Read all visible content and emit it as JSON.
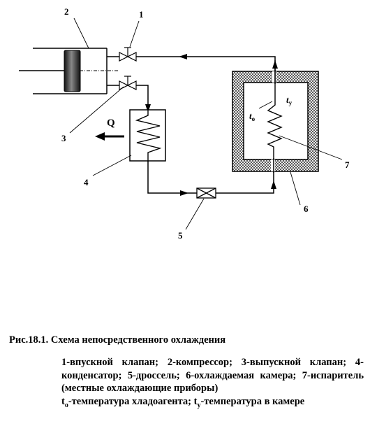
{
  "labels": {
    "compressor_num": "2",
    "intake_valve_num": "1",
    "discharge_valve_num": "3",
    "condenser_num": "4",
    "throttle_num": "5",
    "chamber_num": "6",
    "evaporator_num": "7",
    "heat_flow": "Q",
    "t_o_base": "t",
    "t_o_sub": "o",
    "t_y_base": "t",
    "t_y_sub": "у"
  },
  "caption": "Рис.18.1. Схема непосредственного охлаждения",
  "legend": {
    "items": "1-впускной клапан; 2-компрессор; 3-выпускной клапан; 4-конденсатор; 5-дроссель; 6-охлаждаемая камера; 7-испаритель (местные охлаждающие приборы)",
    "t_o_letter": "t",
    "t_o_sub": "о",
    "t_o_text": "-температура хладоагента; ",
    "t_y_letter": "t",
    "t_y_sub": "у",
    "t_y_text": "-температура в камере"
  },
  "colors": {
    "line": "#000000",
    "background": "#ffffff"
  }
}
